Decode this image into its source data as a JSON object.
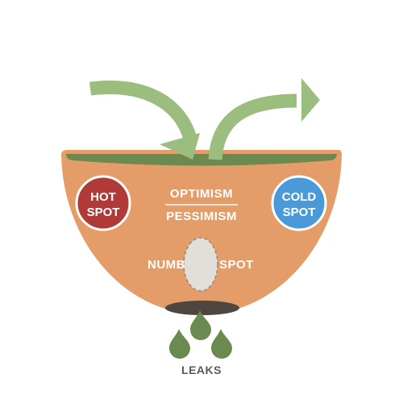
{
  "colors": {
    "bowl": "#e49d69",
    "liquid": "#6b8a4f",
    "arrow": "#9bbd7d",
    "hot": "#b03a37",
    "cold": "#4a9ad9",
    "numb": "#e2dfd9",
    "hole": "#4f4640",
    "drop": "#6b8a4f",
    "leaks_text": "#5a5a5a"
  },
  "labels": {
    "optimism": "OPTIMISM",
    "pessimism": "PESSIMISM",
    "hot_line1": "HOT",
    "hot_line2": "SPOT",
    "cold_line1": "COLD",
    "cold_line2": "SPOT",
    "numb": "NUMB",
    "spot": "SPOT",
    "leaks": "LEAKS"
  },
  "icons": {
    "inflow": "curved-arrow-down-icon",
    "outflow": "curved-arrow-right-icon",
    "drop": "water-drop-icon"
  }
}
